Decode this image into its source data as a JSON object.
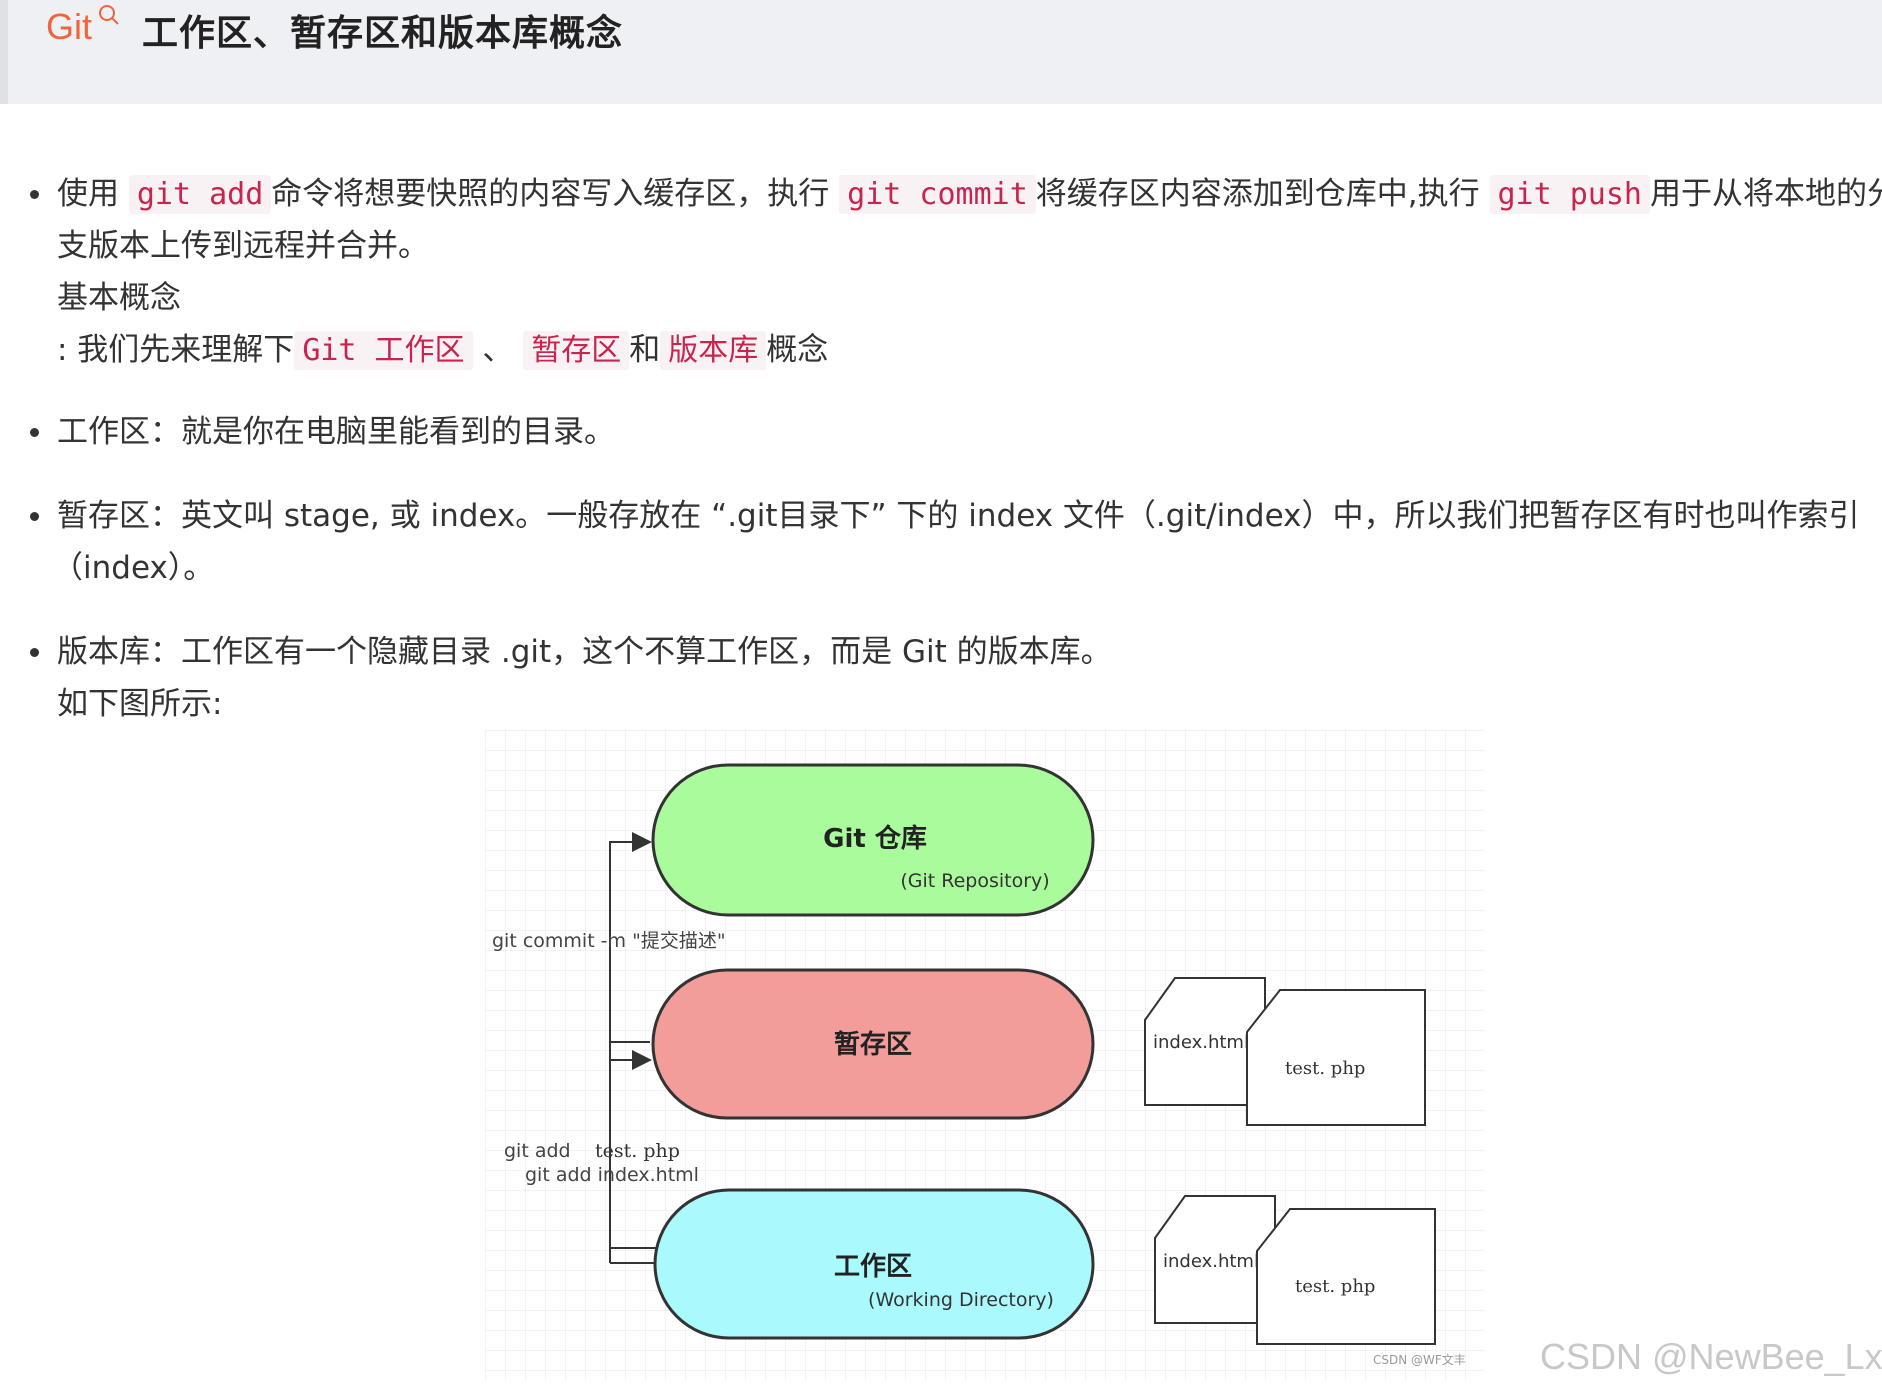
{
  "header": {
    "brand": "Git",
    "title": "工作区、暂存区和版本库概念"
  },
  "item1": {
    "pre1": "使用 ",
    "code1": "git add",
    "mid1": "命令将想要快照的内容写入缓存区，执行 ",
    "code2": "git commit",
    "mid2": "将缓存区内容添加到仓库中,执行 ",
    "code3": "git push",
    "post1": "用于从将本地的分",
    "line2": "支版本上传到远程并合并。",
    "line3": "基本概念",
    "line4_pre": ": 我们先来理解下",
    "code4": "Git 工作区",
    "line4_sep1": " 、",
    "code5": "暂存区",
    "line4_sep2": "和",
    "code6": "版本库",
    "line4_post": "概念"
  },
  "item2": {
    "text": "工作区：就是你在电脑里能看到的目录。"
  },
  "item3": {
    "line1": "暂存区：英文叫 stage, 或 index。一般存放在 “.git目录下” 下的 index 文件（.git/index）中，所以我们把暂存区有时也叫作索引",
    "line2": "（index）。"
  },
  "item4": {
    "line1": "版本库：工作区有一个隐藏目录 .git，这个不算工作区，而是 Git 的版本库。",
    "line2": "如下图所示:"
  },
  "diagram": {
    "repo_title": "Git 仓库",
    "repo_sub": "(Git Repository)",
    "stage_title": "暂存区",
    "work_title": "工作区",
    "work_sub": "(Working Directory)",
    "commit_label": "git commit -m \"提交描述\"",
    "add_label1": "git add",
    "add_label1_file": "test. php",
    "add_label2": "git add index.html",
    "file_index": "index.html",
    "file_test": "test. php",
    "csdn_small": "CSDN @WF文丰",
    "colors": {
      "repo": "#aafb9c",
      "stage": "#f29d99",
      "work": "#aaf9fc"
    }
  },
  "watermark": "CSDN @NewBee_Lxx"
}
